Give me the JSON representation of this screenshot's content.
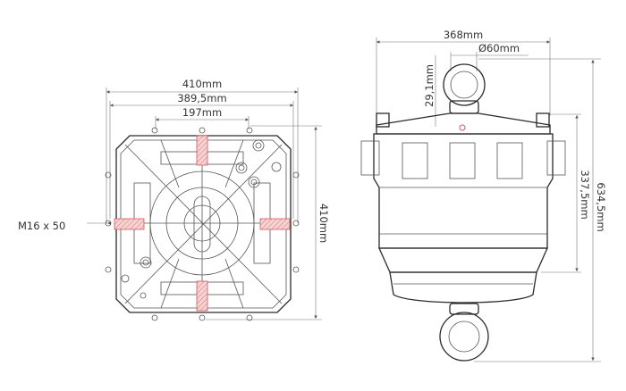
{
  "top_view": {
    "width_outer": "410mm",
    "width_holes": "389,5mm",
    "width_inner": "197mm",
    "height": "410mm",
    "bolt_label": "M16 x 50"
  },
  "side_view": {
    "width": "368mm",
    "eye_diameter": "Ø60mm",
    "eye_height": "29,1mm",
    "total_height": "634,5mm",
    "body_height": "337,5mm"
  },
  "colors": {
    "line": "#2a2a2a",
    "hatch": "#d35a5a"
  }
}
